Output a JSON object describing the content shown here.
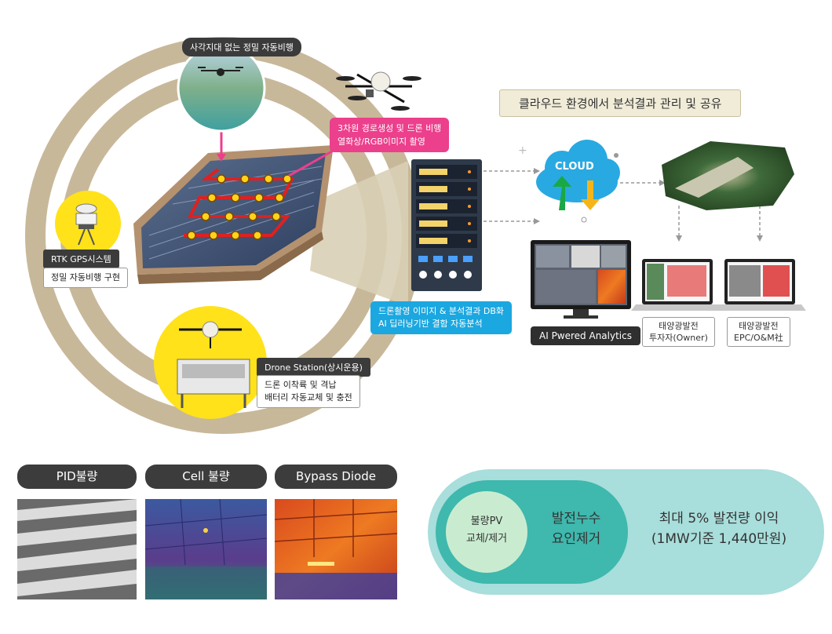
{
  "header": {
    "flight_label": "사각지대 없는 정밀 자동비행",
    "cloud_title": "클라우드 환경에서 분석결과 관리 및 공유"
  },
  "callouts": {
    "path_line1": "3차원 경로생성 및 드론 비행",
    "path_line2": "열화상/RGB이미지 촬영",
    "rtk_tag": "RTK GPS시스템",
    "rtk_desc": "정밀 자동비행 구현",
    "station_tag": "Drone Station(상시운용)",
    "station_line1": "드론 이착륙 및 격납",
    "station_line2": "배터리 자동교체 및 충전",
    "server_line1": "드론촬영 이미지 & 분석결과 DB화",
    "server_line2": "AI 딥러닝기반 결함 자동분석",
    "cloud_label": "CLOUD",
    "ai_label": "AI Pwered Analytics",
    "owner_line1": "태양광발전",
    "owner_line2": "투자자(Owner)",
    "epc_line1": "태양광발전",
    "epc_line2": "EPC/O&M社"
  },
  "defects": [
    {
      "label": "PID불량"
    },
    {
      "label": "Cell 불량"
    },
    {
      "label": "Bypass Diode"
    }
  ],
  "benefit": {
    "inner_line1": "불량PV",
    "inner_line2": "교체/제거",
    "middle_line1": "발전누수",
    "middle_line2": "요인제거",
    "outer_line1": "최대 5% 발전량 이익",
    "outer_line2": "(1MW기준 1,440만원)"
  },
  "colors": {
    "ring": "#c8b89a",
    "pink": "#ec3f8c",
    "cyan": "#1ba7e0",
    "yellow": "#ffe21a",
    "teal_outer": "#a8dedb",
    "teal_middle": "#3fb8ad",
    "teal_inner": "#c9ecd0"
  }
}
